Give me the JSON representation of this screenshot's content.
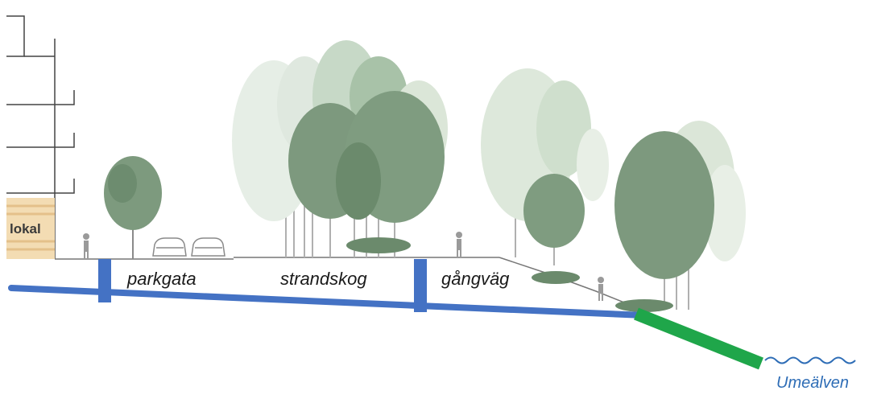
{
  "labels": {
    "lokal": "lokal",
    "parkgata": "parkgata",
    "strandskog": "strandskog",
    "gangvag": "gångväg",
    "river": "Umeälven"
  },
  "colors": {
    "profile_line": "#4472c4",
    "slope_line": "#1fa64a",
    "river_text": "#2e6db6",
    "lokal_fill": "#f1d6a8",
    "tree_dark": "#6f8f70",
    "tree_mid": "#8fb08f",
    "tree_light": "#c9dcc9"
  },
  "icons": [
    "building-outline",
    "person-icon",
    "car-icon",
    "tree-icon",
    "shrub-icon",
    "water-wave-icon"
  ]
}
